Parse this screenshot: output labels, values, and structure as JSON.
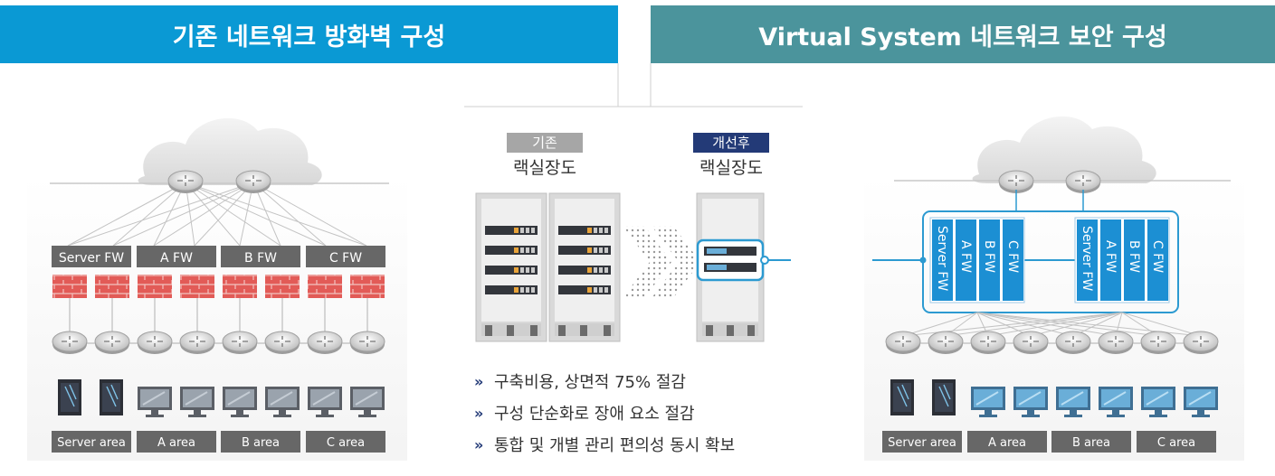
{
  "header_left": "기존 네트워크 방화벽 구성",
  "header_right": "Virtual System 네트워크 보안 구성",
  "left_fw_labels": [
    "Server FW",
    "A FW",
    "B FW",
    "C FW"
  ],
  "area_labels": [
    "Server area",
    "A area",
    "B area",
    "C area"
  ],
  "right_vs_labels": [
    "Server FW",
    "A FW",
    "B FW",
    "C FW"
  ],
  "middle": {
    "before_badge": "기존",
    "before_title": "랙실장도",
    "after_badge": "개선후",
    "after_title": "랙실장도",
    "bullets": [
      "구축비용, 상면적 75% 절감",
      "구성 단순화로 장애 요소 절감",
      "통합 및 개별 관리 편의성 동시 확보"
    ]
  },
  "colors": {
    "left_header": "#0a99d4",
    "right_header": "#4b949c",
    "fw_label_bg": "#666666",
    "brick": "#d9534f",
    "vs_blue": "#1c8fd3",
    "link_teal": "#2c9ad1",
    "badge_grey": "#a6a6a6",
    "badge_navy": "#233a77"
  }
}
